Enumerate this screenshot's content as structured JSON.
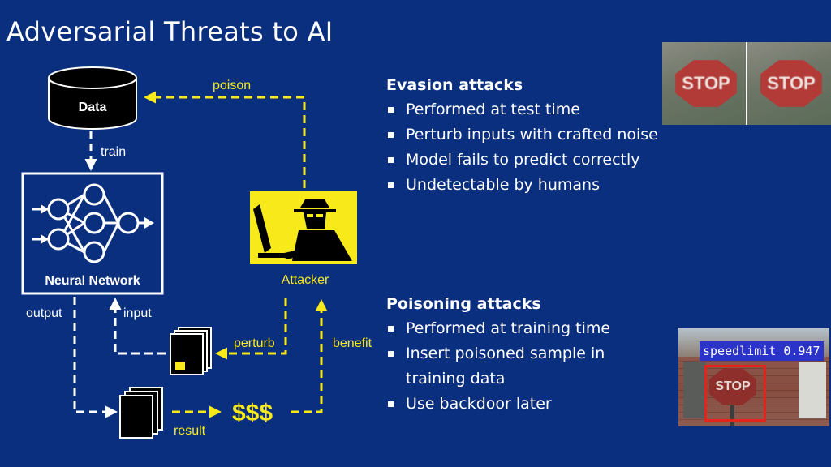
{
  "title": "Adversarial Threats to AI",
  "diagram": {
    "data_label": "Data",
    "train_label": "train",
    "nn_label": "Neural Network",
    "poison_label": "poison",
    "attacker_label": "Attacker",
    "output_label": "output",
    "input_label": "input",
    "perturb_label": "perturb",
    "benefit_label": "benefit",
    "result_label": "result",
    "money_label": "$$$"
  },
  "evasion": {
    "heading": "Evasion attacks",
    "items": [
      "Performed at test time",
      "Perturb inputs with crafted noise",
      "Model fails to predict correctly",
      "Undetectable by humans"
    ]
  },
  "poisoning": {
    "heading": "Poisoning attacks",
    "items": [
      "Performed at training time",
      "Insert poisoned sample in training data",
      "Use backdoor later"
    ]
  },
  "photos": {
    "stop_left": "STOP",
    "stop_right": "STOP",
    "street_sign": "STOP",
    "detector_label": "speedlimit 0.947"
  },
  "colors": {
    "background": "#0b2f7f",
    "accent_yellow": "#f7e91a",
    "white": "#ffffff",
    "black": "#000000"
  }
}
